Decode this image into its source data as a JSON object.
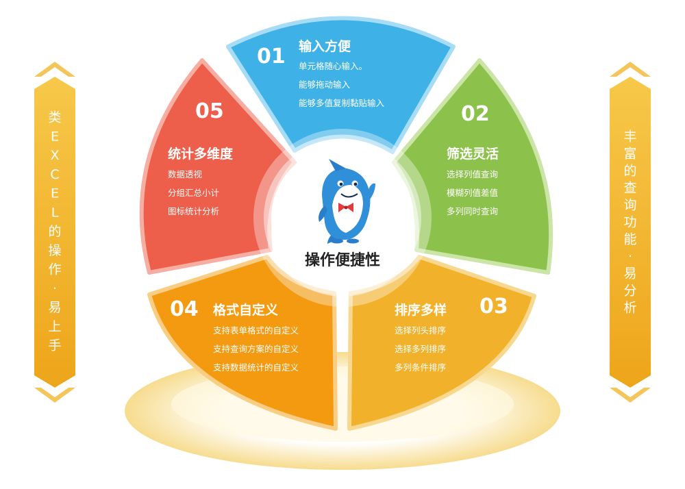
{
  "center": {
    "label": "操作便捷性"
  },
  "segments": [
    {
      "id": "01",
      "title": "输入方便",
      "items": [
        "单元格随心输入。",
        "能够拖动输入",
        "能够多值复制黏贴输入"
      ],
      "color": "#3eb1e6",
      "border": "#a6dcf5"
    },
    {
      "id": "02",
      "title": "筛选灵活",
      "items": [
        "选择列值查询",
        "模糊列值差值",
        "多列同时查询"
      ],
      "color": "#8cc24b",
      "border": "#cbe5a7"
    },
    {
      "id": "03",
      "title": "排序多样",
      "items": [
        "选择列头排序",
        "选择多列排序",
        "多列条件排序"
      ],
      "color": "#f2b12a",
      "border": "#f8d88f"
    },
    {
      "id": "04",
      "title": "格式自定义",
      "items": [
        "支持表单格式的自定义",
        "支持查询方案的自定义",
        "支持数据统计的自定义"
      ],
      "color": "#f39a10",
      "border": "#f9cd84"
    },
    {
      "id": "05",
      "title": "统计多维度",
      "items": [
        "数据透视",
        "分组汇总小计",
        "图标统计分析"
      ],
      "color": "#ed5e4b",
      "border": "#f6ada2"
    }
  ],
  "left_banner": {
    "chars": [
      "类",
      "E",
      "X",
      "C",
      "E",
      "L",
      "的",
      "操",
      "作",
      "·",
      "易",
      "上",
      "手"
    ]
  },
  "right_banner": {
    "chars": [
      "丰",
      "富",
      "的",
      "查",
      "询",
      "功",
      "能",
      "·",
      "易",
      "分",
      "析"
    ]
  },
  "colors": {
    "banner": "#f2b52c",
    "banner_dark": "#e9a312",
    "platform": "#fbeec6"
  },
  "icons": {
    "mascot": "shark-mascot-icon"
  }
}
